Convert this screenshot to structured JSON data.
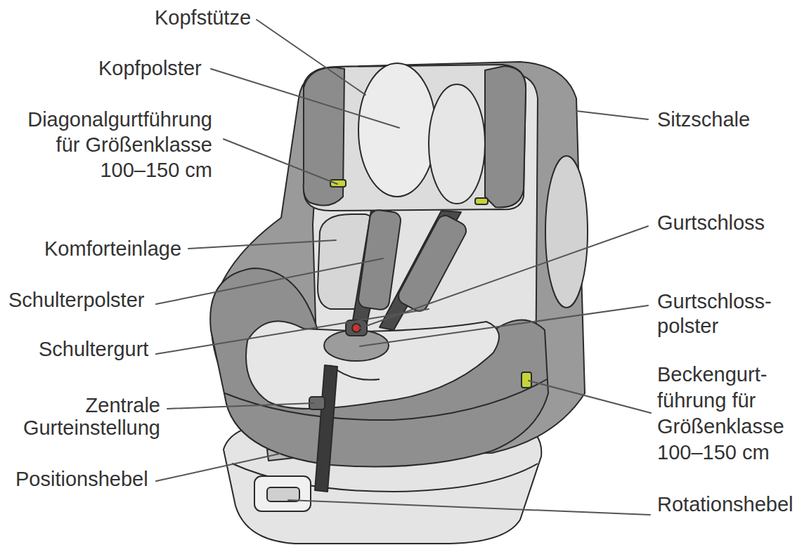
{
  "diagram": {
    "labels": [
      "Kopfstütze",
      "Kopfpolster",
      "Diagonalgurtführung für Größenklasse 100–150 cm",
      "Komforteinlage",
      "Schulterpolster",
      "Schultergurt",
      "Zentrale Gurteinstellung",
      "Positionshebel",
      "Sitzschale",
      "Gurtschloss",
      "Gurtschloss- polster",
      "Beckengurt- führung für Größenklasse 100–150 cm",
      "Rotationshebel"
    ]
  }
}
